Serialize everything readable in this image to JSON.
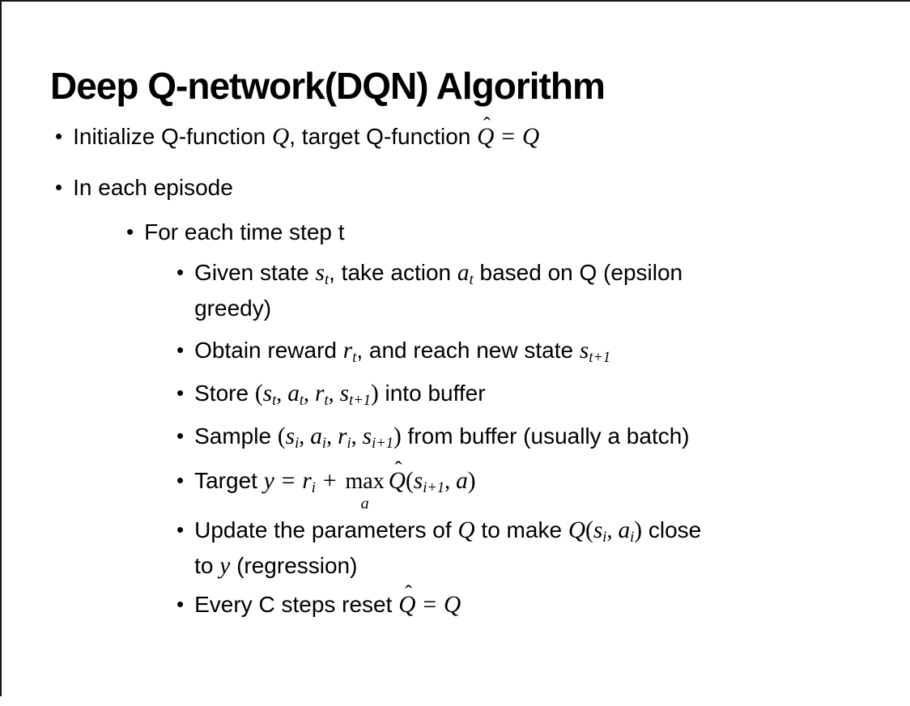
{
  "glyphs": {
    "bullet": "•",
    "hat": "ˆ",
    "eq": "=",
    "plus": "+",
    "lp": "(",
    "rp": ")",
    "commaSp": ", "
  },
  "title": "Deep Q-network(DQN) Algorithm",
  "bullets": {
    "init": {
      "t1": "Initialize Q-function ",
      "Q1": "Q",
      "t2": ", target Q-function ",
      "Qh": "Q",
      "Q2": "Q"
    },
    "episode": {
      "text": "In each episode"
    },
    "timestep": {
      "text": "For each time step t"
    },
    "given": {
      "t1": "Given state ",
      "s": "s",
      "ssub": "t",
      "t2": ", take action ",
      "a": "a",
      "asub": "t",
      "t3": " based on Q (epsilon",
      "t4": "greedy)"
    },
    "obtain": {
      "t1": "Obtain reward ",
      "r": "r",
      "rsub": "t",
      "t2": ", and reach new state ",
      "s": "s",
      "ssub": "t+1"
    },
    "store": {
      "t1": "Store ",
      "s": "s",
      "ssub": "t",
      "a": "a",
      "asub": "t",
      "r": "r",
      "rsub": "t",
      "s2": "s",
      "s2sub": "t+1",
      "t2": " into buffer"
    },
    "sample": {
      "t1": "Sample ",
      "s": "s",
      "ssub": "i",
      "a": "a",
      "asub": "i",
      "r": "r",
      "rsub": "i",
      "s2": "s",
      "s2sub": "i+1",
      "t2": " from buffer (usually a batch)"
    },
    "target": {
      "t1": "Target ",
      "y": "y",
      "r": "r",
      "rsub": "i",
      "max": "max",
      "maxsub": "a",
      "Qh": "Q",
      "s": "s",
      "ssub": "i+1",
      "a": "a"
    },
    "update": {
      "t1": "Update the parameters of ",
      "Q1": "Q",
      "t2": " to make ",
      "Q2": "Q",
      "s": "s",
      "ssub": "i",
      "a": "a",
      "asub": "i",
      "t3": " close",
      "t4": "to ",
      "y": "y",
      "t5": " (regression)"
    },
    "reset": {
      "t1": "Every C steps reset ",
      "Qh": "Q",
      "Q": "Q"
    }
  }
}
